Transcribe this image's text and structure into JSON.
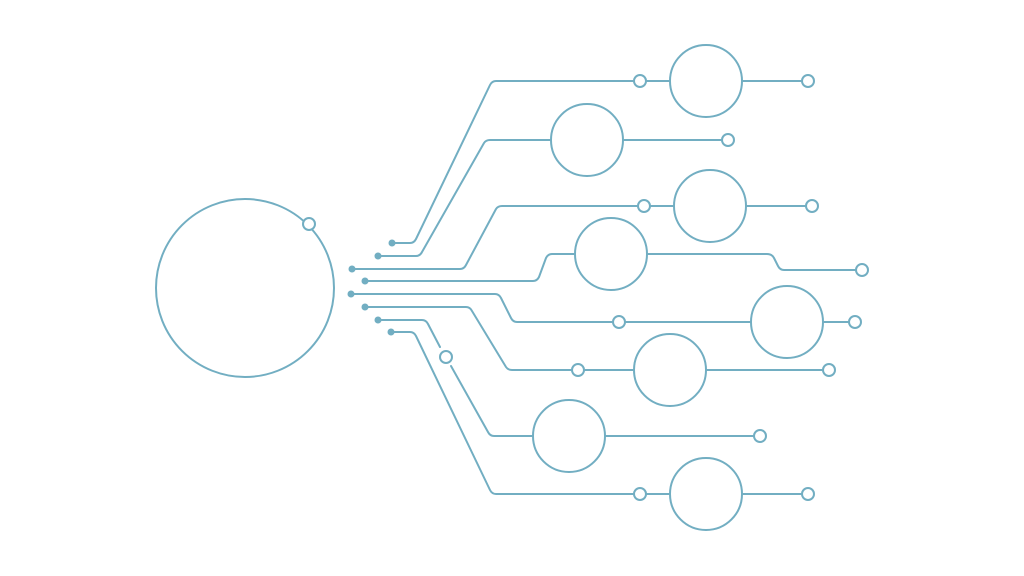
{
  "diagram": {
    "kind": "circuit-tree",
    "colors": {
      "stroke": "#72aec2",
      "pin": "#72aec2",
      "background": "#ffffff"
    },
    "icons": {
      "root": "large-circle-node",
      "branch_node": "circle-node",
      "terminal": "open-circle-connector",
      "pin": "filled-dot-connector"
    },
    "hub_count": 1,
    "branch_count": 8,
    "node_count": 8
  }
}
